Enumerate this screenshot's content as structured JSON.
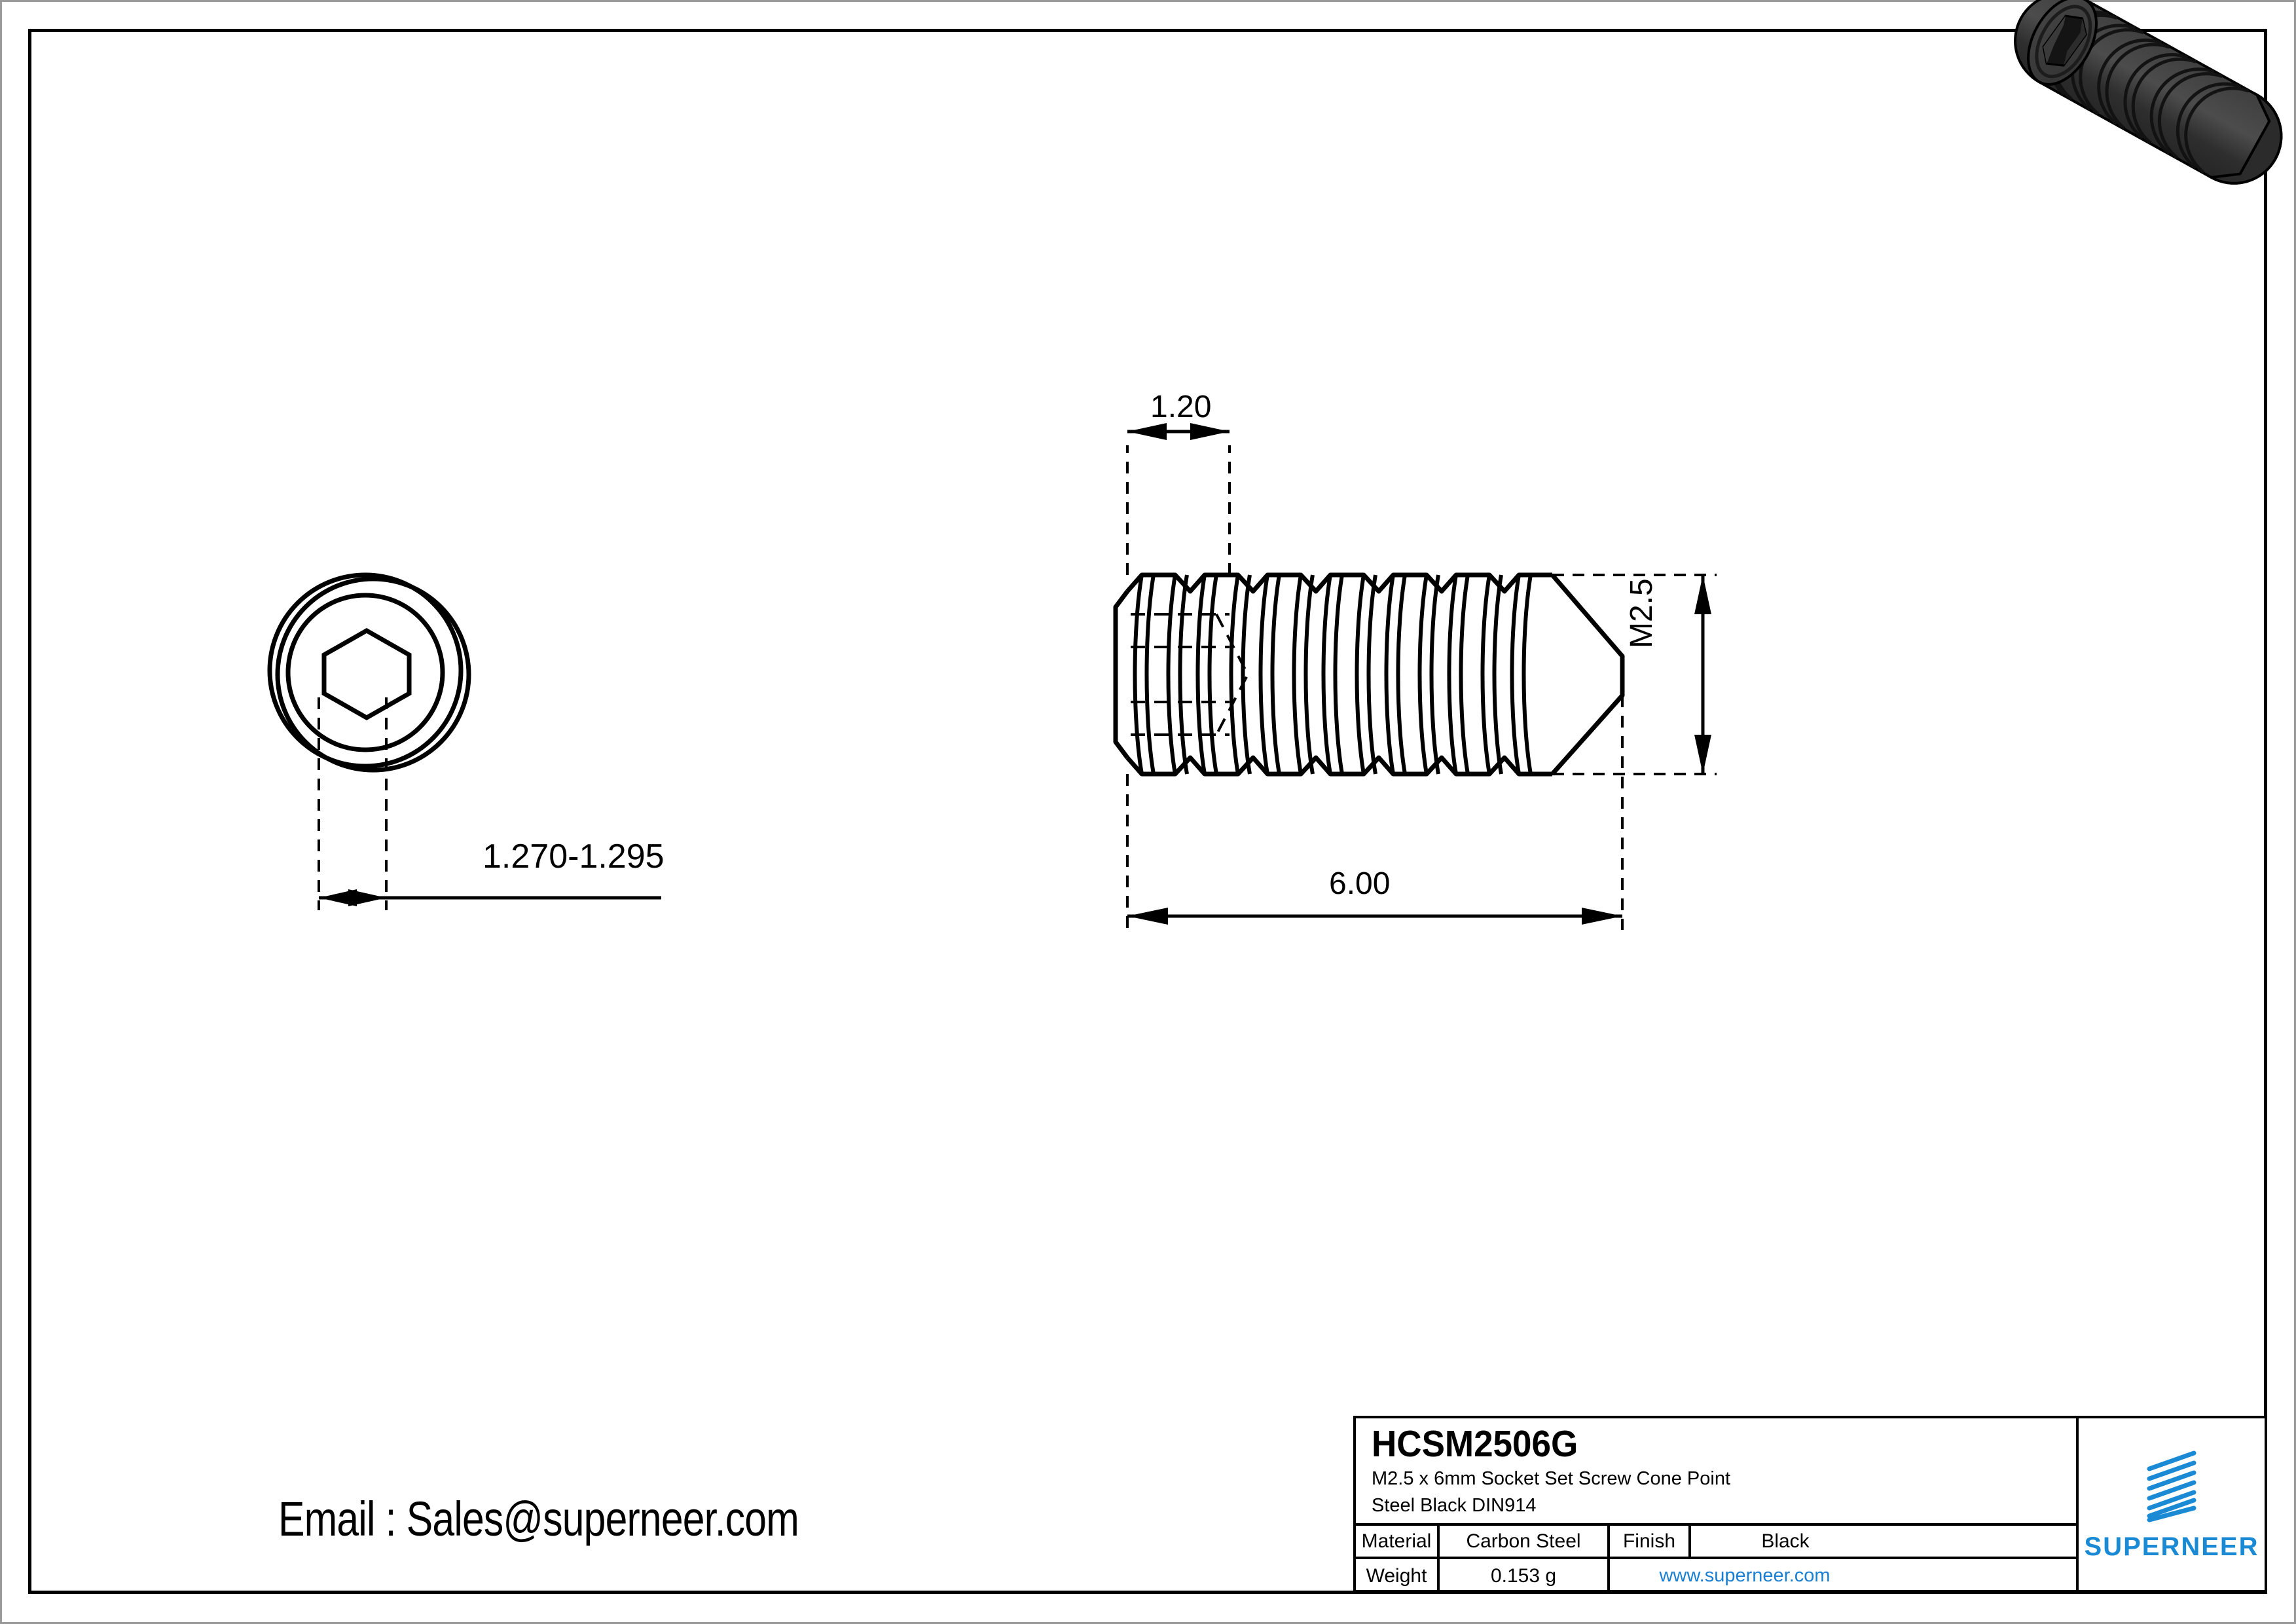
{
  "drawing": {
    "type": "engineering-part-drawing",
    "views": {
      "end_view": {
        "name": "end-view-hex-socket",
        "dimension_label": "1.270-1.295"
      },
      "side_view": {
        "name": "side-view-threaded-body",
        "dimension_top": "1.20",
        "dimension_right": "M2.5",
        "dimension_bottom": "6.00"
      },
      "isometric": {
        "name": "3d-render-set-screw",
        "body_color": "#3a3a3a",
        "socket_color": "#1a1a1a"
      }
    }
  },
  "dimensions": {
    "socket_width": "1.270-1.295",
    "socket_depth": "1.20",
    "thread_size": "M2.5",
    "length": "6.00"
  },
  "contact": {
    "email_line": "Email : Sales@superneer.com"
  },
  "title_block": {
    "part_number": "HCSM2506G",
    "description_line1": "M2.5 x 6mm Socket Set Screw Cone Point",
    "description_line2": "Steel Black DIN914",
    "material_label": "Material",
    "material_value": "Carbon Steel",
    "finish_label": "Finish",
    "finish_value": "Black",
    "weight_label": "Weight",
    "weight_value": "0.153 g",
    "url": "www.superneer.com"
  },
  "brand": {
    "name": "SUPERNEER",
    "color": "#1a8ad4",
    "link_color": "#1a7fd2"
  }
}
